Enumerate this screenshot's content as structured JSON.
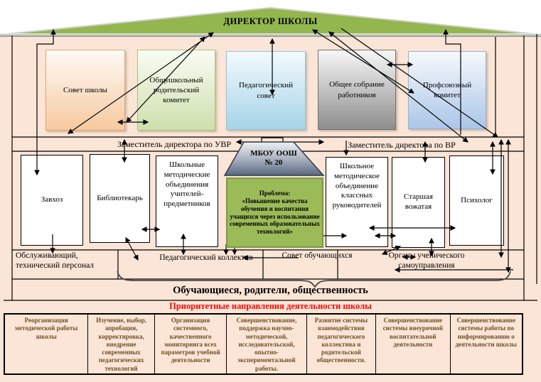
{
  "header": {
    "director": "ДИРЕКТОР ШКОЛЫ"
  },
  "committees": [
    {
      "label": "Совет школы",
      "color": "#f7c99f"
    },
    {
      "label": "Общешкольный родительский комитет",
      "color": "#cde0ac"
    },
    {
      "label": "Педагогический совет",
      "color": "#a6d4e8"
    },
    {
      "label": "Общее собрание работников",
      "color": "#8d8d8d"
    },
    {
      "label": "Профсоюзный комитет",
      "color": "#abc6e8"
    }
  ],
  "deputies": {
    "uvr": "Заместитель директора по УВР",
    "vr": "Заместитель директора по ВР"
  },
  "school": {
    "name": "МБОУ ООШ",
    "number": "№ 20"
  },
  "problem": {
    "title": "Проблема:",
    "text": "«Повышение качества обучения и воспитания учащихся через использование современных образовательных технологий»"
  },
  "left_units": [
    "Завхоз",
    "Библиотекарь",
    "Школьные методические объединения учителей-предметников"
  ],
  "right_units": [
    "Школьное методическое объединение классных руководителей",
    "Старшая вожатая",
    "Психолог"
  ],
  "groups": {
    "staff": "Обслуживающий, технический персонал",
    "pedagogical": "Педагогический коллектив",
    "students_council": "Совет обучающихся",
    "self_government": "Органы ученического самоуправления"
  },
  "community": "Обучающиеся, родители, общественность",
  "priorities_title": "Приоритетные направления  деятельности  школы",
  "priorities": [
    "Реорганизация методической работы школы",
    "Изучение, выбор, апробация, корректировка, внедрение современных педагогических технологий",
    "Организация системного, качественного мониторинга всех параметров учебной деятельности",
    "Совершенствование, поддержка научно-методической, исследовательской, опытно-экспериментальной работы.",
    "Развитие системы взаимодействия педагогического коллектива и родительской общественности.",
    "Совершенствование системы внеурочной воспитательной деятельности",
    "Совершенствование системы  работы по информированию  о деятельности школы"
  ],
  "colors": {
    "background": "#fbe5d6",
    "roof_green": "#94b64e",
    "problem_green": "#9bbb59",
    "priorities_text": "#6f4e27",
    "priorities_title_red": "#ff0000"
  }
}
